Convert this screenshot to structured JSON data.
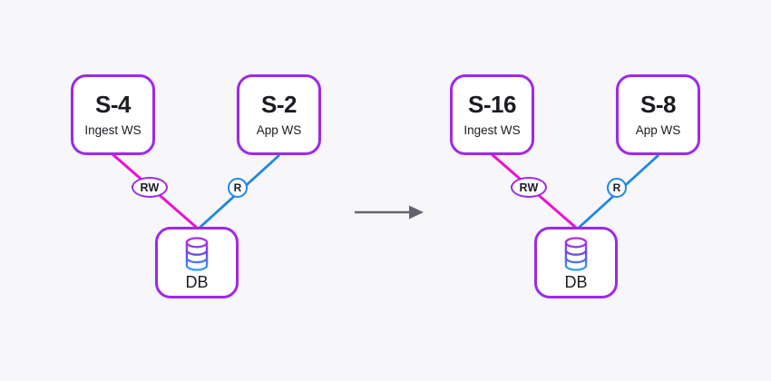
{
  "palette": {
    "node_border": "#9d2ae6",
    "write_edge": "#ef0fd4",
    "read_edge": "#1f87e5",
    "arrow": "#63636d",
    "text": "#1b1b22",
    "background": "#f7f7f9",
    "node_fill": "#ffffff"
  },
  "before": {
    "ingest_node": {
      "title": "S-4",
      "subtitle": "Ingest WS"
    },
    "app_node": {
      "title": "S-2",
      "subtitle": "App WS"
    },
    "db_node": {
      "label": "DB"
    },
    "write_edge_label": "RW",
    "read_edge_label": "R"
  },
  "after": {
    "ingest_node": {
      "title": "S-16",
      "subtitle": "Ingest WS"
    },
    "app_node": {
      "title": "S-8",
      "subtitle": "App WS"
    },
    "db_node": {
      "label": "DB"
    },
    "write_edge_label": "RW",
    "read_edge_label": "R"
  }
}
